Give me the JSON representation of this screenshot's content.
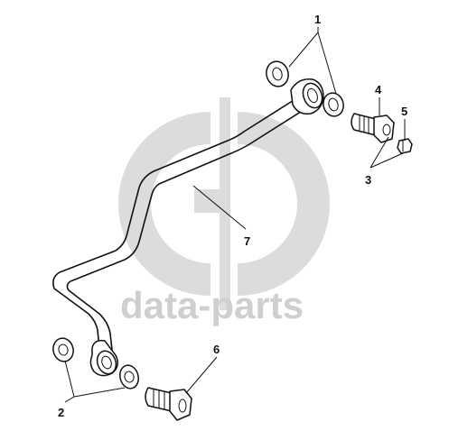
{
  "callouts": [
    "1",
    "2",
    "3",
    "4",
    "5",
    "6",
    "7"
  ],
  "watermark": {
    "text": "data-parts",
    "color": "#cfcfcf"
  },
  "line_color": "#111111"
}
